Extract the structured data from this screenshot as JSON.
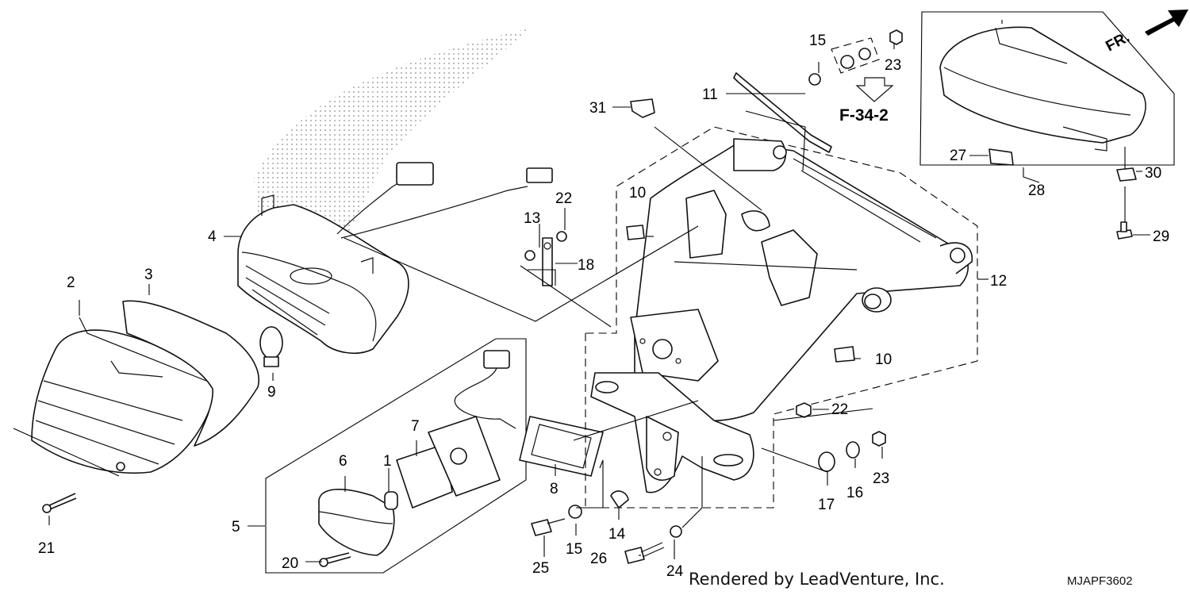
{
  "diagram": {
    "reference": "F-34-2",
    "direction_marker": "FR.",
    "part_callouts": [
      "1",
      "2",
      "3",
      "4",
      "5",
      "6",
      "7",
      "8",
      "9",
      "10",
      "10",
      "11",
      "12",
      "13",
      "14",
      "15",
      "15",
      "16",
      "17",
      "18",
      "20",
      "21",
      "22",
      "22",
      "23",
      "23",
      "24",
      "25",
      "26",
      "27",
      "28",
      "29",
      "30",
      "31"
    ]
  },
  "footer": {
    "credit": "Rendered by LeadVenture, Inc.",
    "code": "MJAPF3602"
  }
}
